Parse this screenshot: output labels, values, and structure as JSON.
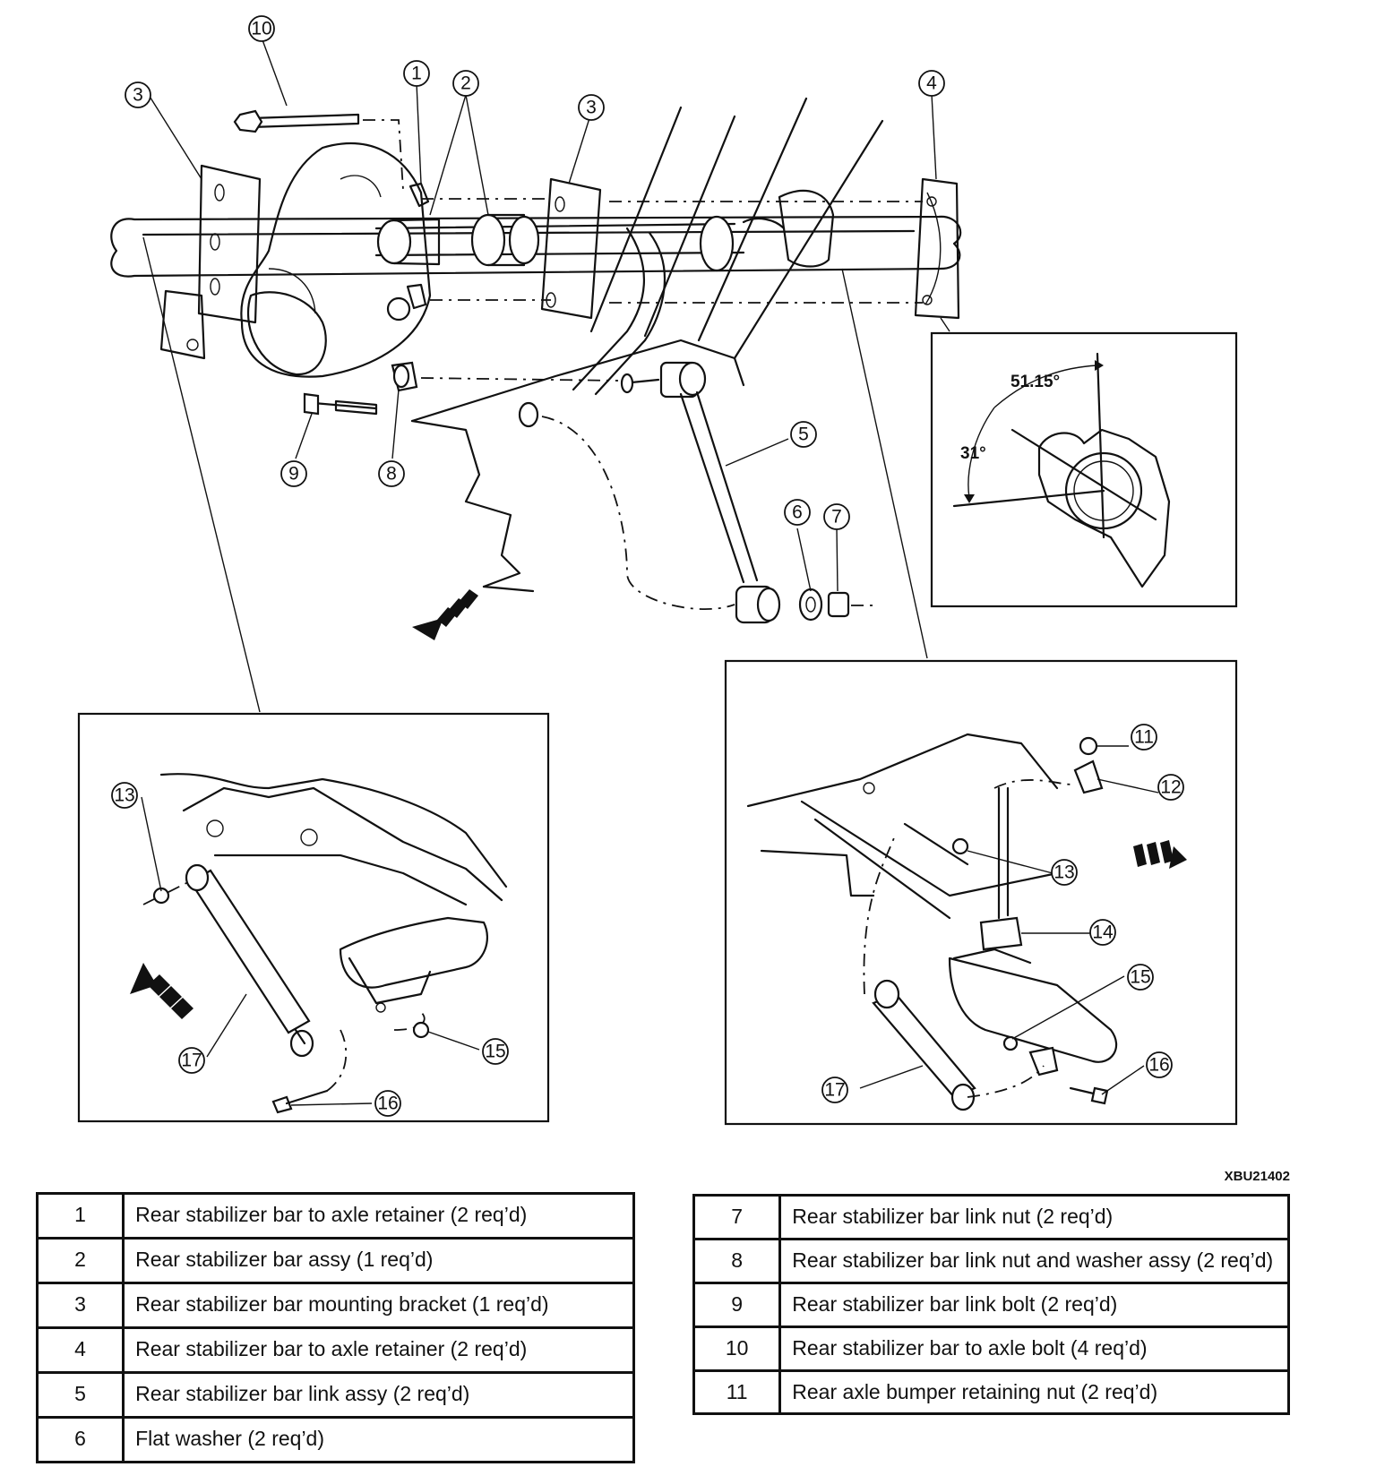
{
  "diagram": {
    "figure_code": "XBU21402",
    "angles": {
      "upper": "51.15°",
      "lower": "31°"
    },
    "callouts": [
      "1",
      "2",
      "3",
      "4",
      "5",
      "6",
      "7",
      "8",
      "9",
      "10",
      "11",
      "12",
      "13",
      "14",
      "15",
      "16",
      "17"
    ]
  },
  "legend": {
    "left": [
      {
        "num": "1",
        "desc": "Rear stabilizer bar to axle retainer (2 req’d)"
      },
      {
        "num": "2",
        "desc": "Rear stabilizer bar assy (1 req’d)"
      },
      {
        "num": "3",
        "desc": "Rear stabilizer bar mounting bracket (1 req’d)"
      },
      {
        "num": "4",
        "desc": "Rear stabilizer bar to axle retainer (2 req’d)"
      },
      {
        "num": "5",
        "desc": "Rear stabilizer bar link assy (2 req’d)"
      },
      {
        "num": "6",
        "desc": "Flat washer (2 req’d)"
      }
    ],
    "right": [
      {
        "num": "7",
        "desc": "Rear stabilizer bar link nut (2 req’d)"
      },
      {
        "num": "8",
        "desc": "Rear stabilizer bar link nut and washer assy (2 req’d)"
      },
      {
        "num": "9",
        "desc": "Rear stabilizer bar link bolt (2 req’d)"
      },
      {
        "num": "10",
        "desc": "Rear stabilizer bar to axle bolt (4 req’d)"
      },
      {
        "num": "11",
        "desc": "Rear axle bumper retaining nut (2 req’d)"
      }
    ]
  }
}
